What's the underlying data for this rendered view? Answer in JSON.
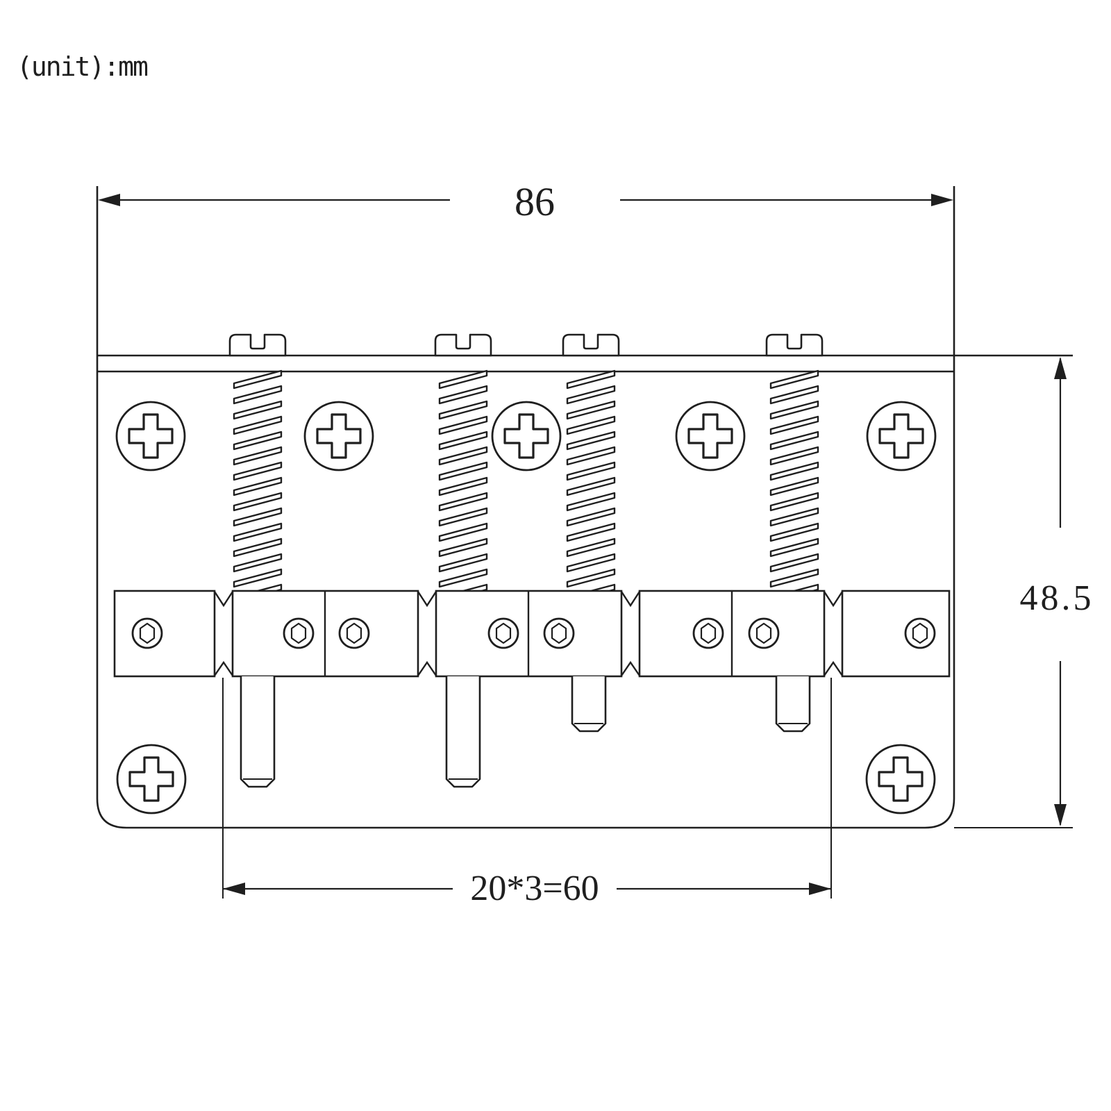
{
  "meta": {
    "unit_note": "(unit):mm",
    "ink_color": "#1f1f1f",
    "background": "#ffffff"
  },
  "dimensions": {
    "overall_width": {
      "label": "86"
    },
    "overall_depth": {
      "label": "48.5"
    },
    "string_spacing": {
      "label": "20*3=60"
    }
  },
  "components": {
    "mounting_screws_phillips": 7,
    "intonation_screws": 4,
    "intonation_springs": 4,
    "saddles": 4,
    "saddle_set_screws": 8,
    "string_notches": 4
  }
}
